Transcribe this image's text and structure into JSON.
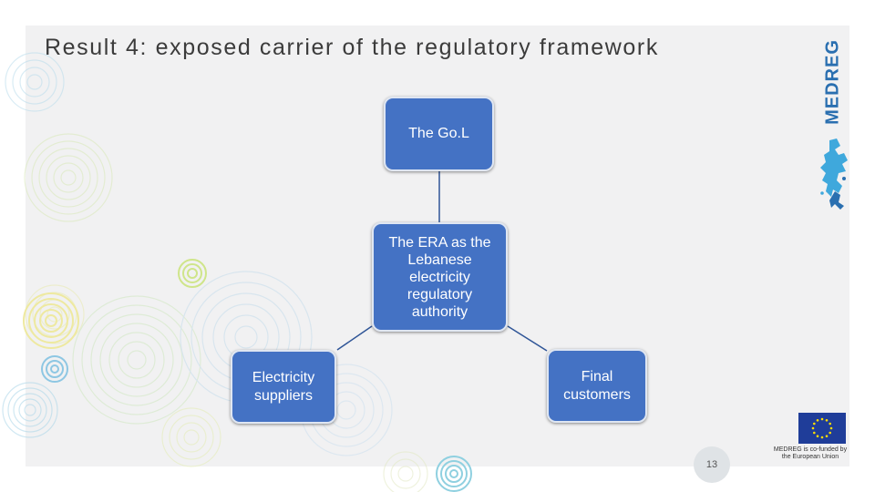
{
  "slide": {
    "title": "Result 4: exposed carrier of the regulatory framework",
    "page_number": "13"
  },
  "diagram": {
    "nodes": [
      {
        "id": "gol",
        "label": "The Go.L"
      },
      {
        "id": "era",
        "label": "The ERA as the\nLebanese\nelectricity\nregulatory\nauthority"
      },
      {
        "id": "suppliers",
        "label": "Electricity\nsuppliers"
      },
      {
        "id": "customers",
        "label": "Final\ncustomers"
      }
    ],
    "edges": [
      {
        "from": "gol",
        "to": "era"
      },
      {
        "from": "era",
        "to": "suppliers"
      },
      {
        "from": "era",
        "to": "customers"
      }
    ]
  },
  "branding": {
    "logo_text": "MEDREG",
    "eu_caption": "MEDREG is co-funded by the European Union"
  },
  "colors": {
    "node_fill": "#4472c4",
    "connector": "#2f5597",
    "logo": "#2a6fb0",
    "eu_flag": "#1f3d99",
    "eu_stars": "#ffdd00"
  }
}
